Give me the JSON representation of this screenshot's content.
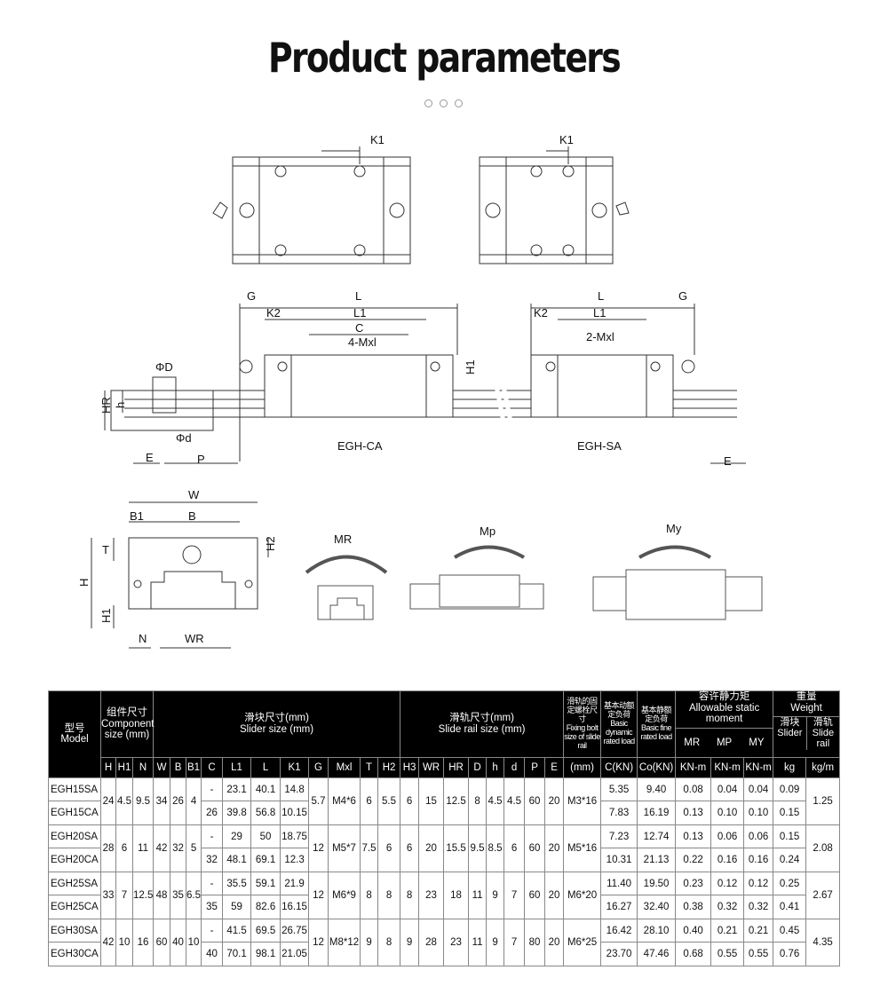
{
  "title": "Product parameters",
  "diagram_labels": {
    "k1": "K1",
    "g": "G",
    "l": "L",
    "l1": "L1",
    "k2": "K2",
    "c": "C",
    "four_mxl": "4-Mxl",
    "two_mxl": "2-Mxl",
    "h1": "H1",
    "phi_d_upper": "ΦD",
    "phi_d_lower": "Φd",
    "hr": "HR",
    "h": "h",
    "e": "E",
    "p": "P",
    "egh_ca": "EGH-CA",
    "egh_sa": "EGH-SA",
    "w": "W",
    "b1": "B1",
    "b": "B",
    "t": "T",
    "h2": "H2",
    "h_total": "H",
    "h1_section": "H1",
    "n": "N",
    "wr": "WR",
    "mr": "MR",
    "mp": "Mp",
    "my": "My"
  },
  "table": {
    "headers": {
      "model_cn": "型号",
      "model_en": "Model",
      "component_cn": "组件尺寸",
      "component_en": "Component size (mm)",
      "slider_cn": "滑块尺寸(mm)",
      "slider_en": "Slider size (mm)",
      "rail_cn": "滑轨尺寸(mm)",
      "rail_en": "Slide rail size (mm)",
      "bolt_cn": "滑轨的固定螺栓尺寸",
      "bolt_en": "Fixing bolt size of slide rail",
      "dyn_cn": "基本动额定负荷",
      "dyn_en": "Basic dynamic rated load",
      "static_cn": "基本静额定负荷",
      "static_en": "Basic fine rated load",
      "moment_cn": "容许静力矩",
      "moment_en": "Allowable static moment",
      "weight_cn": "重量",
      "weight_en": "Weight",
      "slider_w_cn": "滑块",
      "slider_w_en": "Slider",
      "rail_w_cn": "滑轨",
      "rail_w_en": "Slide rail",
      "mr": "MR",
      "mp": "MP",
      "my": "MY",
      "columns": [
        "H",
        "H1",
        "N",
        "W",
        "B",
        "B1",
        "C",
        "L1",
        "L",
        "K1",
        "G",
        "Mxl",
        "T",
        "H2",
        "H3",
        "WR",
        "HR",
        "D",
        "h",
        "d",
        "P",
        "E",
        "(mm)",
        "C(KN)",
        "Co(KN)",
        "KN-m",
        "KN-m",
        "KN-m",
        "kg",
        "kg/m"
      ]
    },
    "groups": [
      {
        "H": "24",
        "H1": "4.5",
        "N": "9.5",
        "W": "34",
        "B": "26",
        "B1": "4",
        "G": "5.7",
        "Mxl": "M4*6",
        "T": "6",
        "H2": "5.5",
        "H3": "6",
        "WR": "15",
        "HR": "12.5",
        "D": "8",
        "h": "4.5",
        "d": "4.5",
        "P": "60",
        "E": "20",
        "bolt": "M3*16",
        "rail_kg_m": "1.25",
        "rows": [
          {
            "model": "EGH15SA",
            "C": "-",
            "L1": "23.1",
            "L": "40.1",
            "K1": "14.8",
            "CKN": "5.35",
            "CoKN": "9.40",
            "MR": "0.08",
            "MP": "0.04",
            "MY": "0.04",
            "kg": "0.09"
          },
          {
            "model": "EGH15CA",
            "C": "26",
            "L1": "39.8",
            "L": "56.8",
            "K1": "10.15",
            "CKN": "7.83",
            "CoKN": "16.19",
            "MR": "0.13",
            "MP": "0.10",
            "MY": "0.10",
            "kg": "0.15"
          }
        ]
      },
      {
        "H": "28",
        "H1": "6",
        "N": "11",
        "W": "42",
        "B": "32",
        "B1": "5",
        "G": "12",
        "Mxl": "M5*7",
        "T": "7.5",
        "H2": "6",
        "H3": "6",
        "WR": "20",
        "HR": "15.5",
        "D": "9.5",
        "h": "8.5",
        "d": "6",
        "P": "60",
        "E": "20",
        "bolt": "M5*16",
        "rail_kg_m": "2.08",
        "rows": [
          {
            "model": "EGH20SA",
            "C": "-",
            "L1": "29",
            "L": "50",
            "K1": "18.75",
            "CKN": "7.23",
            "CoKN": "12.74",
            "MR": "0.13",
            "MP": "0.06",
            "MY": "0.06",
            "kg": "0.15"
          },
          {
            "model": "EGH20CA",
            "C": "32",
            "L1": "48.1",
            "L": "69.1",
            "K1": "12.3",
            "CKN": "10.31",
            "CoKN": "21.13",
            "MR": "0.22",
            "MP": "0.16",
            "MY": "0.16",
            "kg": "0.24"
          }
        ]
      },
      {
        "H": "33",
        "H1": "7",
        "N": "12.5",
        "W": "48",
        "B": "35",
        "B1": "6.5",
        "G": "12",
        "Mxl": "M6*9",
        "T": "8",
        "H2": "8",
        "H3": "8",
        "WR": "23",
        "HR": "18",
        "D": "11",
        "h": "9",
        "d": "7",
        "P": "60",
        "E": "20",
        "bolt": "M6*20",
        "rail_kg_m": "2.67",
        "rows": [
          {
            "model": "EGH25SA",
            "C": "-",
            "L1": "35.5",
            "L": "59.1",
            "K1": "21.9",
            "CKN": "11.40",
            "CoKN": "19.50",
            "MR": "0.23",
            "MP": "0.12",
            "MY": "0.12",
            "kg": "0.25"
          },
          {
            "model": "EGH25CA",
            "C": "35",
            "L1": "59",
            "L": "82.6",
            "K1": "16.15",
            "CKN": "16.27",
            "CoKN": "32.40",
            "MR": "0.38",
            "MP": "0.32",
            "MY": "0.32",
            "kg": "0.41"
          }
        ]
      },
      {
        "H": "42",
        "H1": "10",
        "N": "16",
        "W": "60",
        "B": "40",
        "B1": "10",
        "G": "12",
        "Mxl": "M8*12",
        "T": "9",
        "H2": "8",
        "H3": "9",
        "WR": "28",
        "HR": "23",
        "D": "11",
        "h": "9",
        "d": "7",
        "P": "80",
        "E": "20",
        "bolt": "M6*25",
        "rail_kg_m": "4.35",
        "rows": [
          {
            "model": "EGH30SA",
            "C": "-",
            "L1": "41.5",
            "L": "69.5",
            "K1": "26.75",
            "CKN": "16.42",
            "CoKN": "28.10",
            "MR": "0.40",
            "MP": "0.21",
            "MY": "0.21",
            "kg": "0.45"
          },
          {
            "model": "EGH30CA",
            "C": "40",
            "L1": "70.1",
            "L": "98.1",
            "K1": "21.05",
            "CKN": "23.70",
            "CoKN": "47.46",
            "MR": "0.68",
            "MP": "0.55",
            "MY": "0.55",
            "kg": "0.76"
          }
        ]
      }
    ]
  }
}
